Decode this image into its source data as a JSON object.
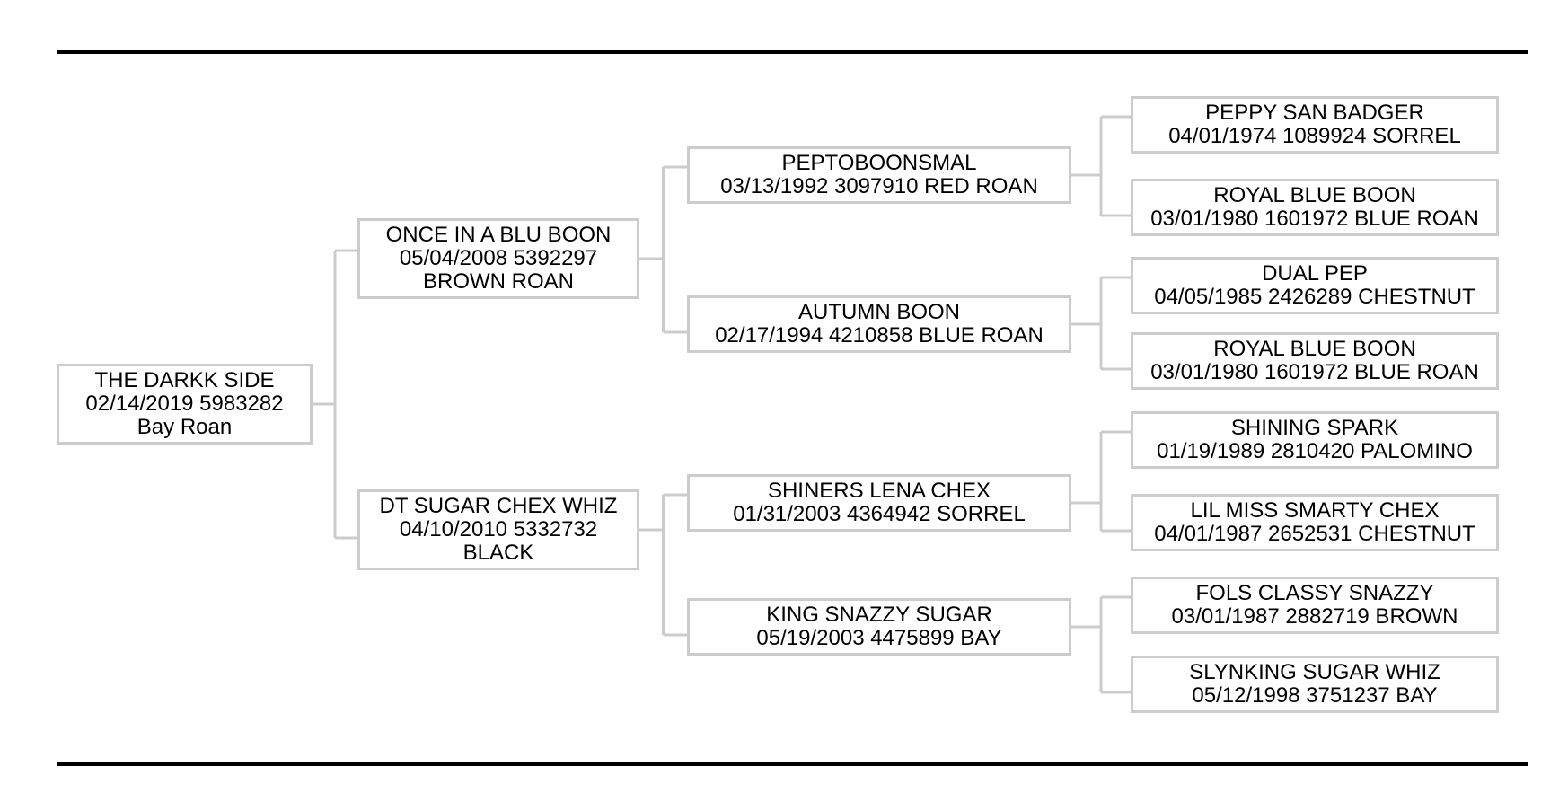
{
  "page": {
    "background": "#ffffff",
    "rule_color": "#000000",
    "box_border_color": "#cccccc",
    "connector_color": "#cccccc",
    "text_color": "#000000"
  },
  "pedigree": {
    "subject": {
      "name": "THE DARKK SIDE",
      "details": "02/14/2019 5983282 Bay Roan"
    },
    "parents": [
      {
        "role": "sire",
        "name": "ONCE IN A BLU BOON",
        "details": "05/04/2008 5392297 BROWN ROAN"
      },
      {
        "role": "dam",
        "name": "DT SUGAR CHEX WHIZ",
        "details": "04/10/2010 5332732 BLACK"
      }
    ],
    "grandparents": [
      {
        "role": "sire-sire",
        "name": "PEPTOBOONSMAL",
        "details": "03/13/1992 3097910 RED ROAN"
      },
      {
        "role": "sire-dam",
        "name": "AUTUMN BOON",
        "details": "02/17/1994 4210858 BLUE ROAN"
      },
      {
        "role": "dam-sire",
        "name": "SHINERS LENA CHEX",
        "details": "01/31/2003 4364942 SORREL"
      },
      {
        "role": "dam-dam",
        "name": "KING SNAZZY SUGAR",
        "details": "05/19/2003 4475899 BAY"
      }
    ],
    "great_grandparents": [
      {
        "role": "sire-sire-sire",
        "name": "PEPPY SAN BADGER",
        "details": "04/01/1974 1089924 SORREL"
      },
      {
        "role": "sire-sire-dam",
        "name": "ROYAL BLUE BOON",
        "details": "03/01/1980 1601972 BLUE ROAN"
      },
      {
        "role": "sire-dam-sire",
        "name": "DUAL PEP",
        "details": "04/05/1985 2426289 CHESTNUT"
      },
      {
        "role": "sire-dam-dam",
        "name": "ROYAL BLUE BOON",
        "details": "03/01/1980 1601972 BLUE ROAN"
      },
      {
        "role": "dam-sire-sire",
        "name": "SHINING SPARK",
        "details": "01/19/1989 2810420 PALOMINO"
      },
      {
        "role": "dam-sire-dam",
        "name": "LIL MISS SMARTY CHEX",
        "details": "04/01/1987 2652531 CHESTNUT"
      },
      {
        "role": "dam-dam-sire",
        "name": "FOLS CLASSY SNAZZY",
        "details": "03/01/1987 2882719 BROWN"
      },
      {
        "role": "dam-dam-dam",
        "name": "SLYNKING SUGAR WHIZ",
        "details": "05/12/1998 3751237 BAY"
      }
    ]
  }
}
